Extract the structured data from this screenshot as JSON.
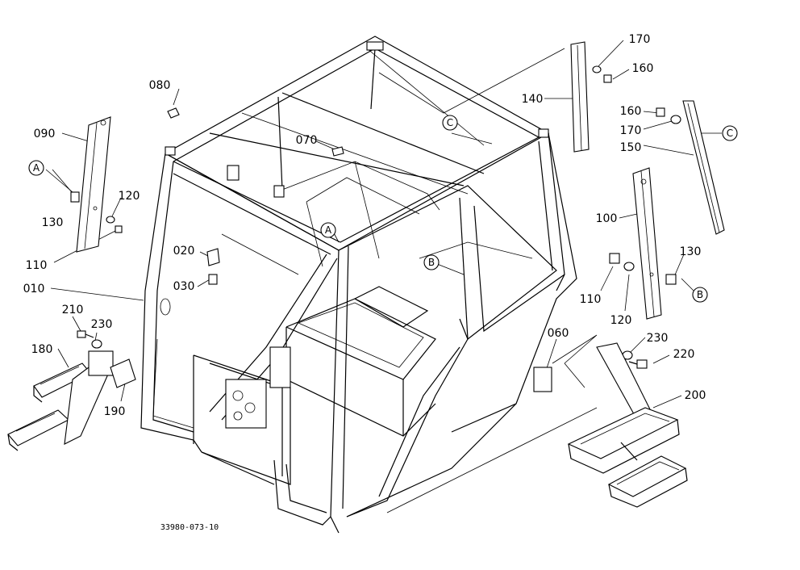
{
  "drawing_number": "33980-073-10",
  "part_labels": {
    "p080": "080",
    "p090": "090",
    "p070": "070",
    "p130a": "130",
    "p120a": "120",
    "p110a": "110",
    "p020": "020",
    "p030": "030",
    "p010": "010",
    "p210": "210",
    "p230a": "230",
    "p180": "180",
    "p190": "190",
    "p140": "140",
    "p170a": "170",
    "p160a": "160",
    "p160b": "160",
    "p170b": "170",
    "p150": "150",
    "p100": "100",
    "p110b": "110",
    "p120b": "120",
    "p130b": "130",
    "p060": "060",
    "p230b": "230",
    "p220": "220",
    "p200": "200"
  },
  "callouts": {
    "A1": "A",
    "A2": "A",
    "B1": "B",
    "B2": "B",
    "C1": "C",
    "C2": "C"
  }
}
